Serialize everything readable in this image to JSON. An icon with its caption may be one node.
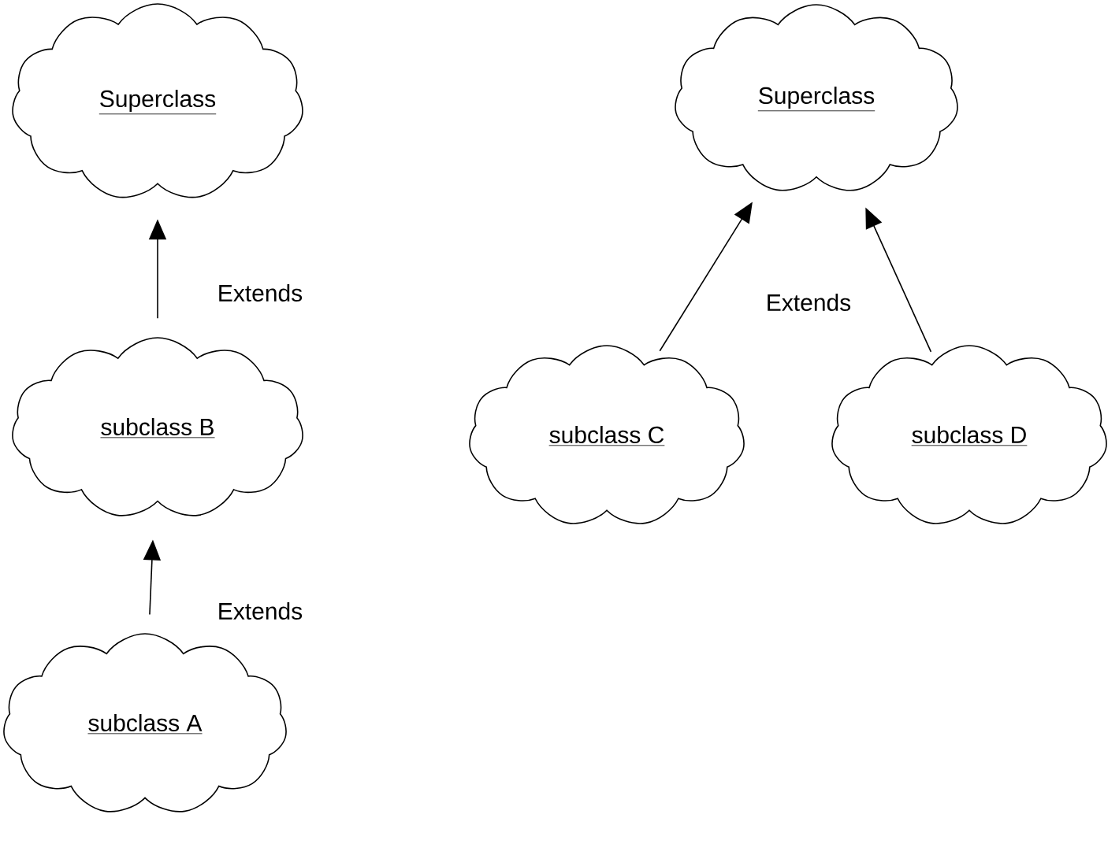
{
  "diagram": {
    "nodes": [
      {
        "text": [
          "Superclass"
        ]
      },
      {
        "text": [
          "Superclass"
        ]
      },
      {
        "text": [
          "subclass B"
        ]
      },
      {
        "text": [
          "subclass C"
        ]
      },
      {
        "text": [
          "subclass D"
        ]
      },
      {
        "text": [
          "subclass A"
        ]
      }
    ],
    "edges": [
      {
        "from": 2,
        "to": 0,
        "arrow": "to",
        "label": "Extends"
      },
      {
        "from": 5,
        "to": 2,
        "arrow": "to",
        "label": "Extends"
      },
      {
        "from": 3,
        "to": 1,
        "arrow": "to"
      },
      {
        "from": 4,
        "to": 1,
        "arrow": "to"
      }
    ],
    "labels": [
      "Extends"
    ]
  }
}
